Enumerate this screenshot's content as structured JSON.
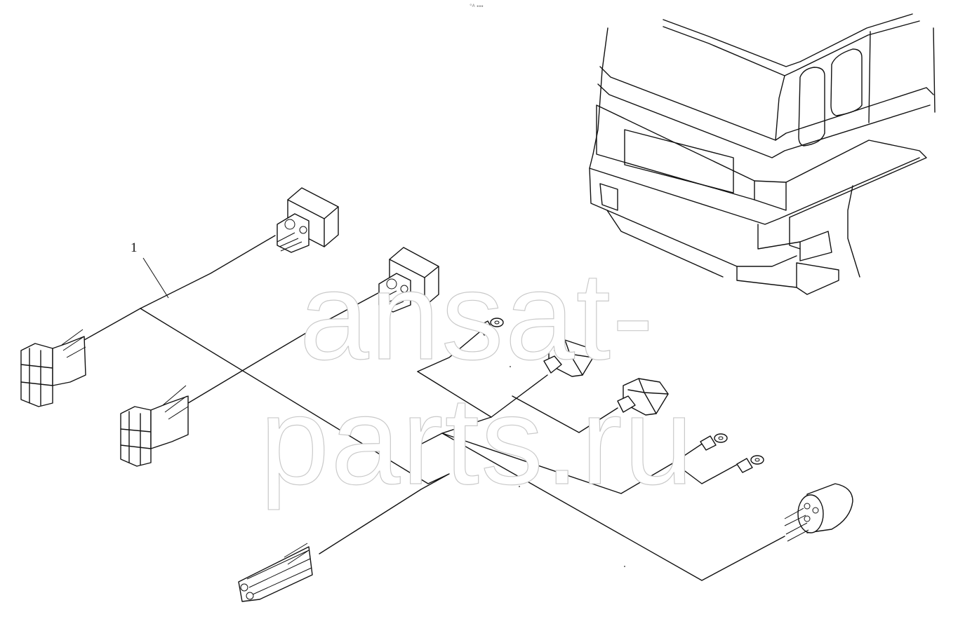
{
  "diagram": {
    "part_callout": "1",
    "watermark": "ansat-parts.ru",
    "top_marker": "°ᴬ •••",
    "components": [
      "cab-outline",
      "main-harness-wire",
      "relay-connector-upper",
      "relay-connector-middle",
      "plug-connector-9pin-left",
      "plug-connector-9pin-center",
      "bullet-connector-bottom",
      "two-pin-connector-a",
      "two-pin-connector-b",
      "ring-terminal-1",
      "ring-terminal-2",
      "ring-terminal-3",
      "round-multipin-connector"
    ],
    "line_color": "#111111",
    "watermark_color": "#c9c9c9"
  }
}
